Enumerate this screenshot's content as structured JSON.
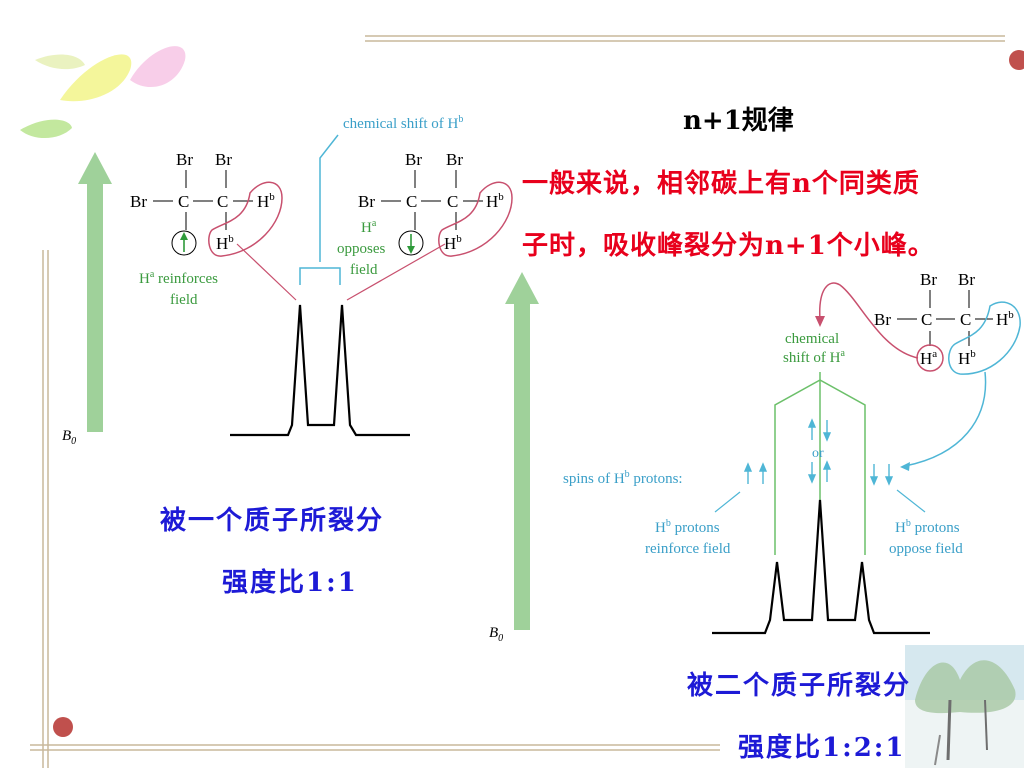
{
  "rule": {
    "title": "n+1规律",
    "line1": "一般来说，相邻碳上有n个同类质",
    "line2": "子时，吸收峰裂分为n+1个小峰。"
  },
  "left_diagram": {
    "caption1": "被一个质子所裂分",
    "caption2": "强度比1:1",
    "shift_label": "chemical shift of H",
    "shift_label_sup": "b",
    "reinforces_label": [
      "H",
      "a",
      " reinforces",
      "field"
    ],
    "opposes_label": [
      "H",
      "a",
      "opposes",
      "field"
    ],
    "b0_label": "B",
    "b0_sub": "0",
    "atom_br": "Br",
    "atom_c": "C",
    "atom_h": "H",
    "sup_a": "a",
    "sup_b": "b"
  },
  "right_diagram": {
    "caption1": "被二个质子所裂分",
    "caption2": "强度比1:2:1",
    "shift_label_line1": "chemical",
    "shift_label_line2": "shift of H",
    "shift_label_sup": "a",
    "spins_label": "spins of H",
    "spins_label_sup": "b",
    "spins_label_tail": " protons:",
    "or_label": "or",
    "reinforce_line1": "H",
    "reinforce_line1_sup": "b",
    "reinforce_line1_tail": " protons",
    "reinforce_line2": "reinforce field",
    "oppose_line1": "H",
    "oppose_line1_sup": "b",
    "oppose_line1_tail": " protons",
    "oppose_line2": "oppose field",
    "b0_label": "B",
    "b0_sub": "0"
  },
  "colors": {
    "red_text": "#e8001c",
    "blue_text": "#1d1ad6",
    "green_arrow": "#9fd19a",
    "cyan_line": "#4fb6d6",
    "pink_line": "#c8506e",
    "green_line": "#6cc06a",
    "bullet": "#c0504d",
    "rule_line": "#c9b89c"
  }
}
